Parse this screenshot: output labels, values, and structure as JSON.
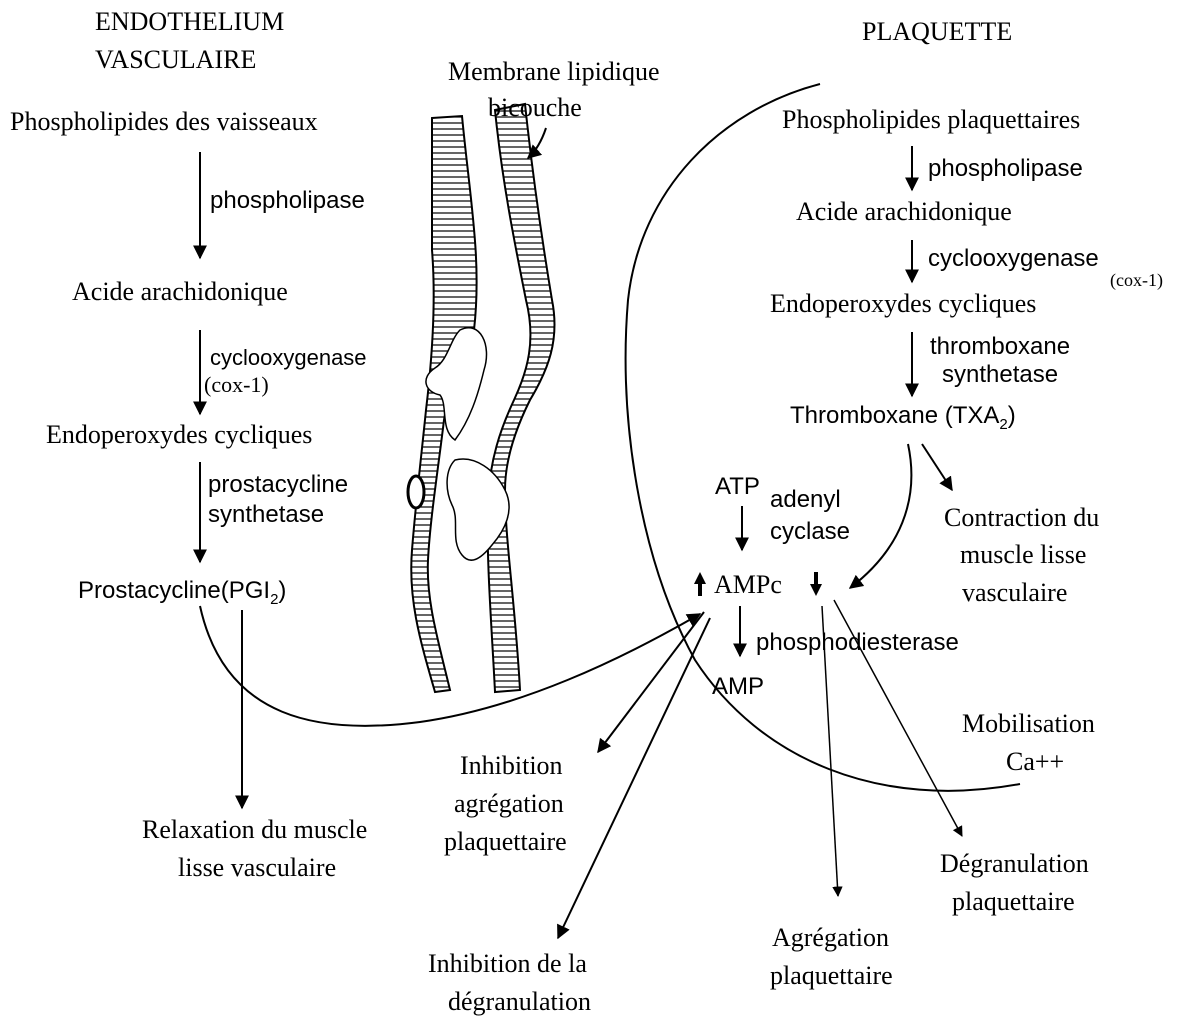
{
  "left_title": [
    "ENDOTHELIUM",
    "VASCULAIRE"
  ],
  "right_title": "PLAQUETTE",
  "membrane_label": [
    "Membrane lipidique",
    "bicouche"
  ],
  "endothelium": {
    "phospholipides": "Phospholipides des vaisseaux",
    "phospholipase": "phospholipase",
    "acide": "Acide arachidonique",
    "cyclooxygenase": "cyclooxygenase",
    "cox": "(cox-1)",
    "endoperoxydes": "Endoperoxydes cycliques",
    "synthetase": [
      "prostacycline",
      "synthetase"
    ],
    "prostacycline": "Prostacycline(PGI",
    "prostacycline_sub": "2",
    "prostacycline_close": ")",
    "relaxation": [
      "Relaxation du muscle",
      "lisse vasculaire"
    ]
  },
  "platelet": {
    "phospholipides": "Phospholipides plaquettaires",
    "phospholipase": "phospholipase",
    "acide": "Acide arachidonique",
    "cyclooxygenase": "cyclooxygenase",
    "cox": "(cox-1)",
    "endoperoxydes": "Endoperoxydes cycliques",
    "synthetase": [
      "thromboxane",
      "synthetase"
    ],
    "thromboxane": "Thromboxane (TXA",
    "thromboxane_sub": "2",
    "thromboxane_close": ")",
    "contraction": [
      "Contraction du",
      "muscle lisse",
      "vasculaire"
    ],
    "atp": "ATP",
    "adenyl": [
      "adenyl",
      "cyclase"
    ],
    "ampc": "AMPc",
    "phosphodiesterase": "phosphodiesterase",
    "amp": "AMP",
    "mobilisation": [
      "Mobilisation",
      "Ca++"
    ],
    "degranulation": [
      "Dégranulation",
      "plaquettaire"
    ],
    "agregation": [
      "Agrégation",
      "plaquettaire"
    ]
  },
  "inhibition_agregation": [
    "Inhibition",
    "agrégation",
    "plaquettaire"
  ],
  "inhibition_degranulation": [
    "Inhibition de la",
    "dégranulation"
  ]
}
